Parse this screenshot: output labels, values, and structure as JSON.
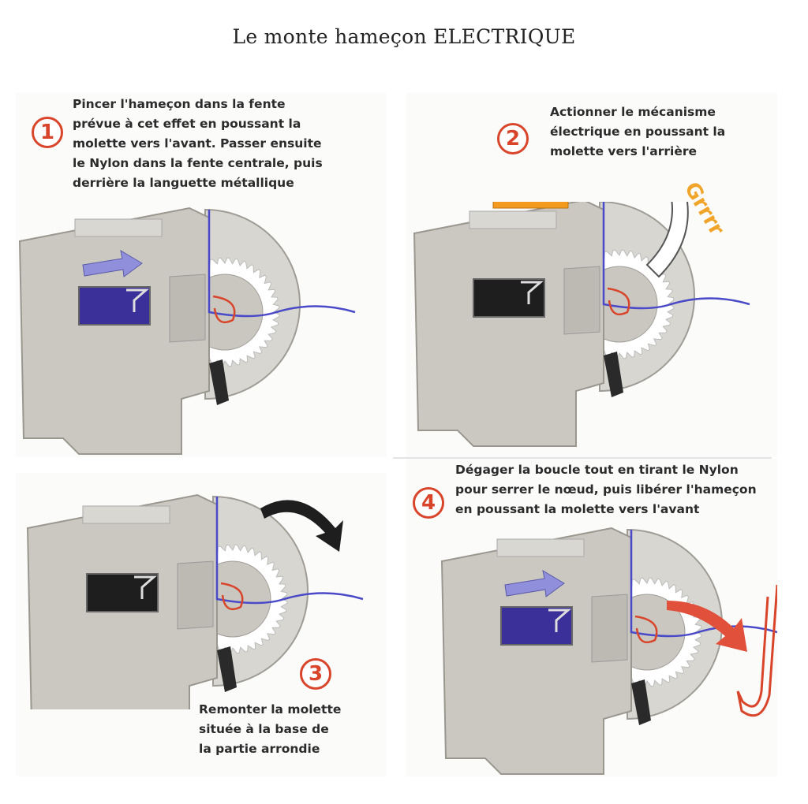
{
  "title": "Le monte hameçon ELECTRIQUE",
  "steps": [
    {
      "number": "1",
      "lines": [
        "Pincer l'hameçon dans la fente",
        "prévue à cet effet en poussant la",
        "molette vers l'avant. Passer ensuite",
        "le Nylon dans la fente centrale, puis",
        "derrière la languette métallique"
      ]
    },
    {
      "number": "2",
      "lines": [
        "Actionner le mécanisme",
        "électrique en poussant la",
        "molette vers l'arrière"
      ],
      "sound": "Grrrr"
    },
    {
      "number": "3",
      "lines": [
        "Remonter la molette",
        "située à la base de",
        "la partie arrondie"
      ]
    },
    {
      "number": "4",
      "lines": [
        "Dégager la boucle tout en tirant le Nylon",
        "pour serrer le nœud, puis libérer l'hameçon",
        "en poussant la molette vers l'avant"
      ]
    }
  ],
  "colors": {
    "number": "#d9452b",
    "slider_blue": "#3b2f9a",
    "slider_orange": "#f39a1e",
    "nylon": "#4a4ac8",
    "hook": "#d9452b",
    "body": "#cac8c1"
  }
}
